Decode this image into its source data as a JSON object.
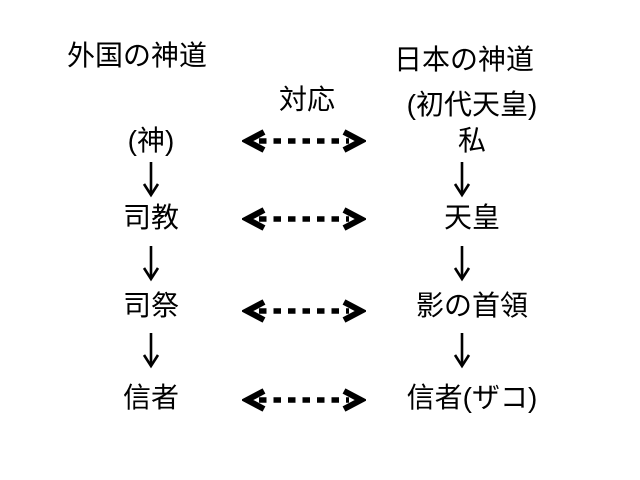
{
  "page": {
    "background_color": "#ffffff",
    "text_color": "#000000"
  },
  "diagram": {
    "left_header": "外国の神道",
    "right_header": "日本の神道",
    "correspondence_label": "対応",
    "right_note": "(初代天皇)",
    "rows": [
      {
        "left": "(神)",
        "right": "私"
      },
      {
        "left": "司教",
        "right": "天皇"
      },
      {
        "left": "司祭",
        "right": "影の首領"
      },
      {
        "left": "信者",
        "right": "信者(ザコ)"
      }
    ]
  },
  "icons": {
    "correspondence_arrow": "dashed-double-headed-horizontal-arrow",
    "down_arrow": "thin-downward-arrow"
  }
}
